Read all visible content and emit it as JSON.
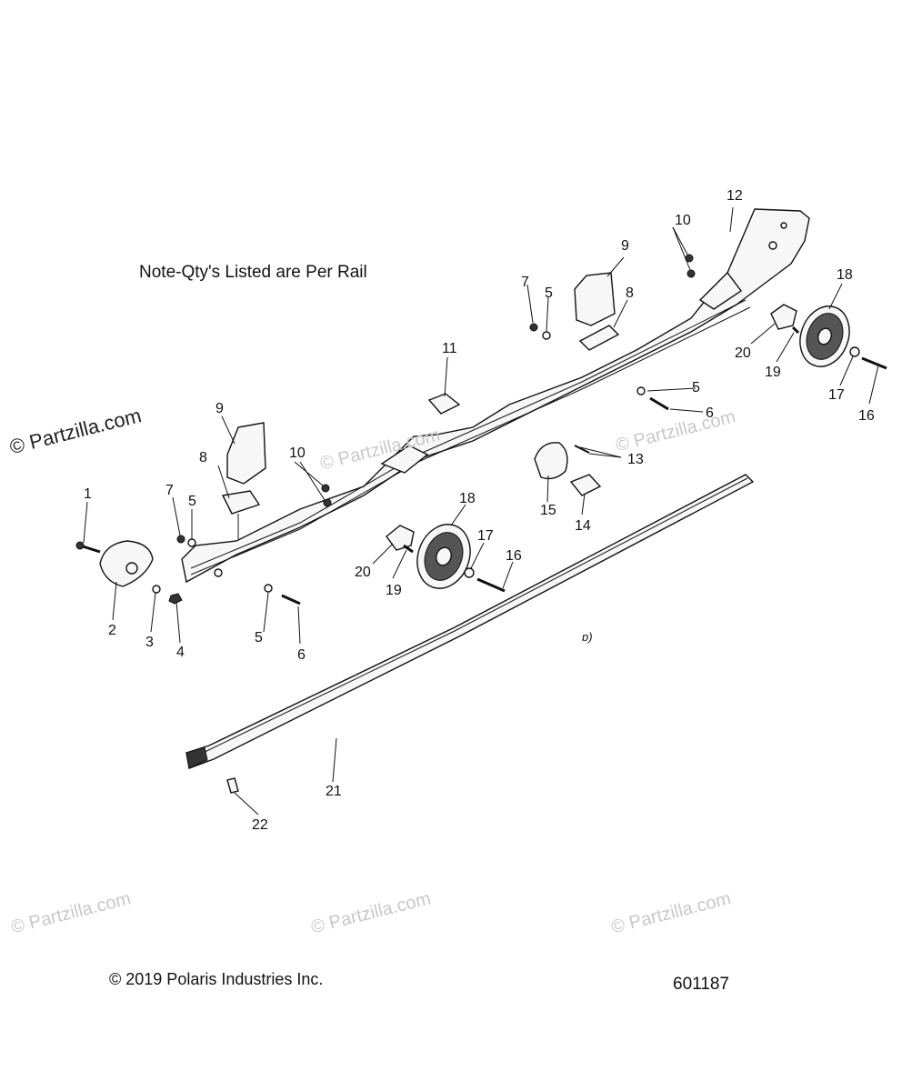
{
  "note": "Note-Qty's Listed are Per Rail",
  "copyright": "© 2019 Polaris Industries Inc.",
  "figure_number": "601187",
  "watermark_main": "© Partzilla.com",
  "watermark_faint": "© Partzilla.com",
  "callouts": {
    "c1": "1",
    "c2": "2",
    "c3": "3",
    "c4": "4",
    "c5a": "5",
    "c5b": "5",
    "c5c": "5",
    "c5d": "5",
    "c6a": "6",
    "c6b": "6",
    "c7a": "7",
    "c7b": "7",
    "c8a": "8",
    "c8b": "8",
    "c9a": "9",
    "c9b": "9",
    "c10a": "10",
    "c10b": "10",
    "c11": "11",
    "c12": "12",
    "c13": "13",
    "c14": "14",
    "c15": "15",
    "c16a": "16",
    "c16b": "16",
    "c17a": "17",
    "c17b": "17",
    "c18a": "18",
    "c18b": "18",
    "c19a": "19",
    "c19b": "19",
    "c20a": "20",
    "c20b": "20",
    "c21": "21",
    "c22": "22"
  }
}
